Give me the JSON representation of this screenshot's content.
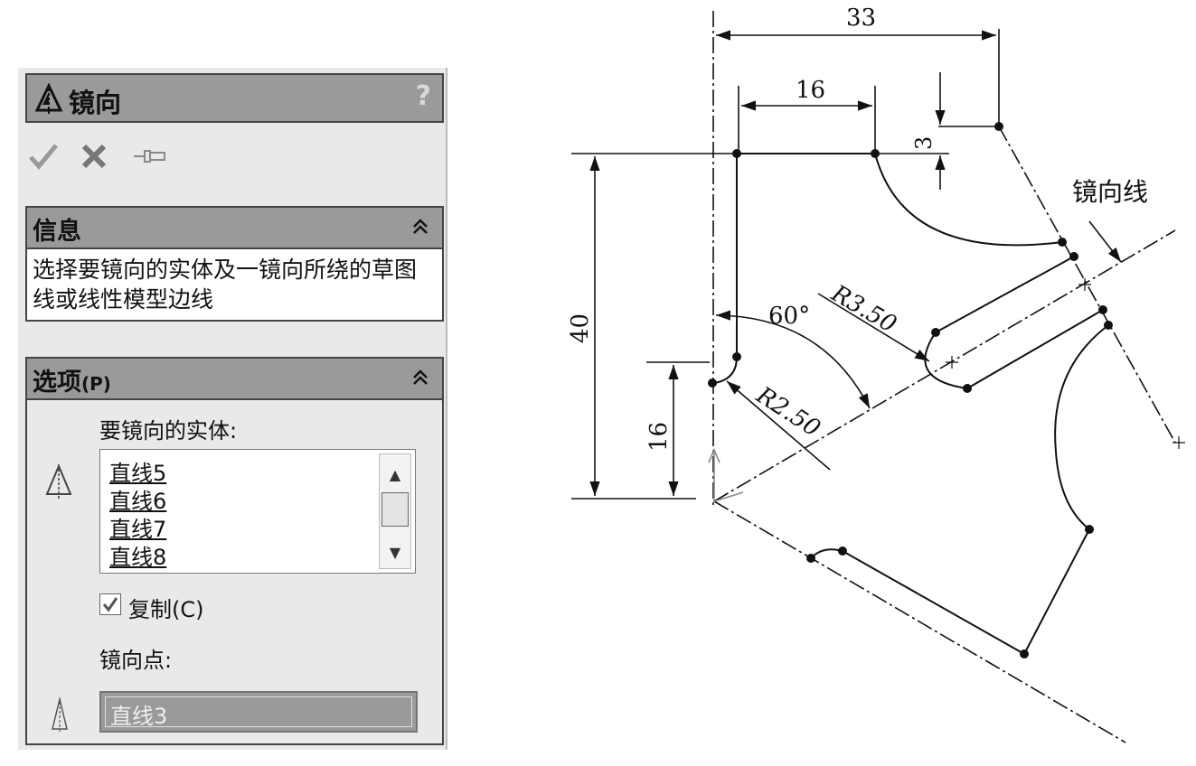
{
  "panel": {
    "title": "镜向",
    "help": "?",
    "actions": [
      "ok-icon",
      "cancel-icon",
      "pushpin-icon"
    ],
    "info": {
      "header": "信息",
      "text": "选择要镜向的实体及一镜向所绕的草图线或线性模型边线"
    },
    "options": {
      "header": "选项",
      "header_suffix": "(P)",
      "entities_label": "要镜向的实体:",
      "entities": [
        "直线5",
        "直线6",
        "直线7",
        "直线8"
      ],
      "copy_label": "复制(C)",
      "copy_checked": true,
      "mirror_point_label": "镜向点:",
      "mirror_point_value": "直线3"
    }
  },
  "drawing": {
    "dim_33": "33",
    "dim_16_top": "16",
    "dim_3": "3",
    "dim_40": "40",
    "dim_16_left": "16",
    "angle_60": "60°",
    "radius_r350": "R3.50",
    "radius_r250": "R2.50",
    "mirror_line_label": "镜向线"
  }
}
